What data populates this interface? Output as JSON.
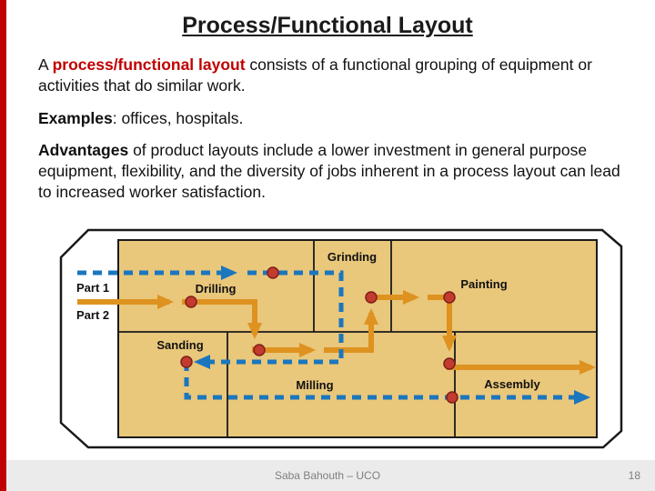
{
  "slide": {
    "title": "Process/Functional Layout",
    "p1": {
      "prefix": "A ",
      "highlight": "process/functional layout",
      "rest": " consists of a functional grouping of equipment or activities that do similar work."
    },
    "p2": {
      "bold": "Examples",
      "rest": ": offices, hospitals."
    },
    "p3": {
      "bold": "Advantages",
      "rest": " of product layouts include a lower investment in general purpose equipment, flexibility, and the diversity of jobs inherent in a process layout can lead to increased worker satisfaction."
    },
    "footer": {
      "author": "Saba Bahouth – UCO",
      "page": "18"
    }
  },
  "diagram": {
    "labels": {
      "part1": "Part 1",
      "part2": "Part 2",
      "grinding": "Grinding",
      "drilling": "Drilling",
      "painting": "Painting",
      "sanding": "Sanding",
      "milling": "Milling",
      "assembly": "Assembly"
    },
    "colors": {
      "room_fill": "#E9C77B",
      "outline": "#1a1a1a",
      "part1_path": "#1B76BE",
      "part2_path": "#DE921F",
      "junction_dot": "#C23B2E"
    }
  },
  "theme": {
    "accent_bar": "#C00000",
    "highlight_text": "#C00000",
    "footer_text": "#7F7F7F",
    "footer_band": "#EBEBEB"
  }
}
